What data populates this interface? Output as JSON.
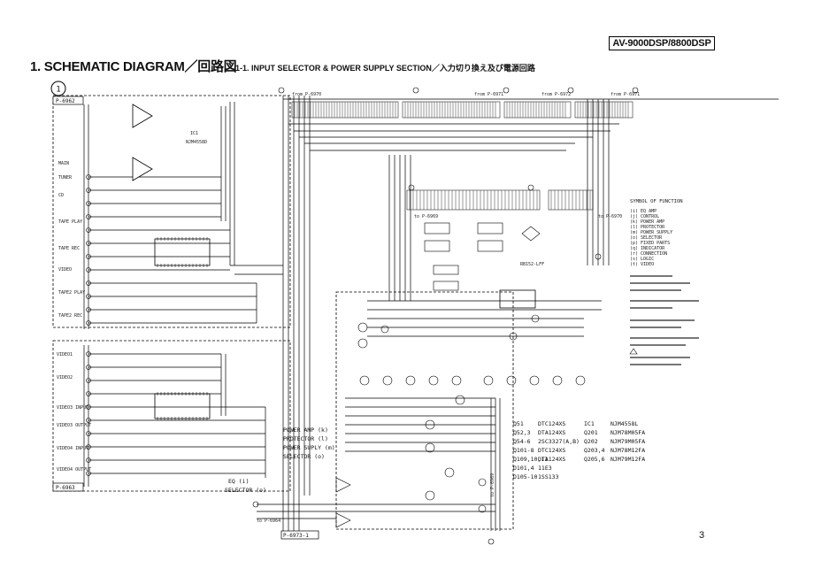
{
  "header": {
    "model": "AV-9000DSP/8800DSP",
    "title": "1. SCHEMATIC DIAGRAM／回路図",
    "subtitle": "1-1. INPUT SELECTOR & POWER SUPPLY SECTION／入力切り換え及び電源回路"
  },
  "schematic": {
    "sheet_marker": "1",
    "boards": {
      "top_left": "P-6962",
      "bottom_left": "P-6963",
      "bottom_center": "P-6973-1"
    },
    "ic_labels": {
      "ic1": "IC1",
      "ic1_part": "NJM4558D"
    },
    "connector_labels": {
      "from_6970": "from P-6970",
      "from_6971": "from P-6971",
      "from_6972": "from P-6972",
      "from_6971b": "from P-6971",
      "to_6969": "to P-6969",
      "to_6970": "to P-6970",
      "to_6964": "to P-6964",
      "to_6969b": "to P-6969",
      "rb_label": "RB152-LFF"
    },
    "input_labels": [
      "MAIN",
      "TUNER",
      "CD",
      "TAPE PLAY",
      "TAPE REC",
      "VIDEO",
      "TAPE2 PLAY",
      "TAPE2 REC"
    ],
    "bottom_input_labels": [
      "VIDEO1",
      "VIDEO2",
      "VIDEO3 INPUT",
      "VIDEO3 OUTPUT",
      "VIDEO4 INPUT",
      "VIDEO4 OUTPUT"
    ],
    "function_links": [
      "POWER AMP (k)",
      "PROTECTOR (l)",
      "POWER SUPLY (m)",
      "SELECTOR (o)",
      "EQ (i)",
      "SELECTOR (o)"
    ],
    "symbol_legend": {
      "title": "SYMBOL OF FUNCTION",
      "items": [
        "(i)  EQ AMP",
        "(j)  CONTROL",
        "(k)  POWER AMP",
        "(l)  PROTECTOR",
        "(m)  POWER SUPPLY",
        "(o)  SELECTOR",
        "(p)  FIXED PARTS",
        "(q)  INDICATOR",
        "(r)  CONNECTION",
        "(s)  LOGIC",
        "(t)  VIDEO"
      ]
    },
    "parts_table": [
      {
        "ref": "Q51",
        "part": "DTC124XS",
        "ref2": "IC1",
        "part2": "NJM4558L"
      },
      {
        "ref": "Q52,3",
        "part": "DTA124XS",
        "ref2": "Q201",
        "part2": "NJM78M05FA"
      },
      {
        "ref": "Q54-6",
        "part": "2SC3327(A,B)",
        "ref2": "Q202",
        "part2": "NJM79M05FA"
      },
      {
        "ref": "Q101-8",
        "part": "DTC124XS",
        "ref2": "Q203,4",
        "part2": "NJM78M12FA"
      },
      {
        "ref": "Q109,10,11",
        "part": "DTA124XS",
        "ref2": "Q205,6",
        "part2": "NJM79M12FA"
      },
      {
        "ref": "D101,4",
        "part": "11E3",
        "ref2": "",
        "part2": ""
      },
      {
        "ref": "D105-10",
        "part": "1SS133",
        "ref2": "",
        "part2": ""
      }
    ],
    "page": "3"
  }
}
